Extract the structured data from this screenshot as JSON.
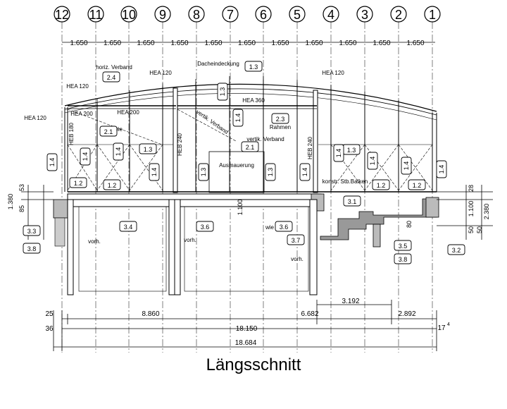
{
  "title": "Längsschnitt",
  "axes": [
    {
      "id": "12",
      "label": "12"
    },
    {
      "id": "11",
      "label": "11"
    },
    {
      "id": "10",
      "label": "10"
    },
    {
      "id": "9",
      "label": "9"
    },
    {
      "id": "8",
      "label": "8"
    },
    {
      "id": "7",
      "label": "7"
    },
    {
      "id": "6",
      "label": "6"
    },
    {
      "id": "5",
      "label": "5"
    },
    {
      "id": "4",
      "label": "4"
    },
    {
      "id": "3",
      "label": "3"
    },
    {
      "id": "2",
      "label": "2"
    },
    {
      "id": "1",
      "label": "1"
    }
  ],
  "top_dimensions": [
    "1.650",
    "1.650",
    "1.650",
    "1.650",
    "1.650",
    "1.650",
    "1.650",
    "1.650",
    "1.650",
    "1.650",
    "1.650"
  ],
  "labels": {
    "dacheindeckung": "Dacheindeckung",
    "horiz_verband": "horiz. Verband",
    "hea120": "HEA 120",
    "hea200": "HEA 200",
    "hea360": "HEA 360",
    "heb180": "HEB 180",
    "heb240": "HEB 240",
    "vertik_verband": "vertik. Verband",
    "rahmen": "Rahmen",
    "ausmauerung": "Ausmauerung",
    "konstr_balken": "konstr. Stb.Balken",
    "wie": "wie",
    "vorh": "vorh."
  },
  "tags": {
    "t13": "1.3",
    "t24": "2.4",
    "t21": "2.1",
    "t23": "2.3",
    "t14": "1.4",
    "t12": "1.2",
    "t34": "3.4",
    "t36": "3.6",
    "t33": "3.3",
    "t38": "3.8",
    "t37": "3.7",
    "t31": "3.1",
    "t35": "3.5",
    "t32": "3.2"
  },
  "side_dimensions": {
    "left": [
      "53",
      "1.380",
      "85"
    ],
    "right": [
      "28",
      "1.100",
      "2.380",
      "80",
      "50",
      "50"
    ],
    "inner": "1.100"
  },
  "bottom_dimensions": {
    "row1": [
      "25",
      "8.860",
      "6.682",
      "3.192",
      "2.892"
    ],
    "row2": [
      "36",
      "18.150",
      "17"
    ],
    "superscript": "4",
    "row3": [
      "18.684"
    ]
  }
}
